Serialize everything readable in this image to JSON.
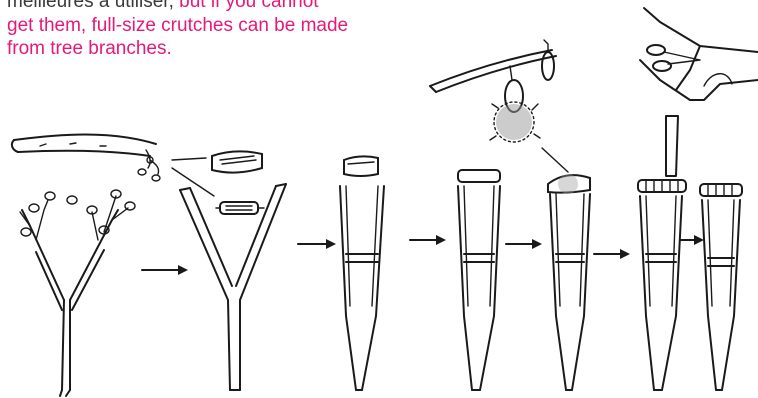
{
  "caption": {
    "line1_black": "meilleures à utiliser, ",
    "line1_pink": "but if you cannot",
    "line2_pink": "get them, full-size crutches can be made",
    "line3_pink": "from tree branches."
  },
  "colors": {
    "body_text": "#3a3a3a",
    "highlight_text": "#e6197a",
    "ink": "#1a1a1a",
    "background": "#ffffff"
  },
  "illustration": {
    "steps": [
      "forked-tree-branch",
      "trimmed-fork",
      "crutch-with-crossbar",
      "crutch-with-shoulder-pad",
      "crutch-with-padded-top",
      "crutch-with-wrapped-top",
      "finished-crutch"
    ],
    "callouts": [
      "cut-branch",
      "wooden-pad-piece",
      "wooden-handle-piece",
      "seed-pod-cotton",
      "cloth-and-scissors"
    ]
  }
}
